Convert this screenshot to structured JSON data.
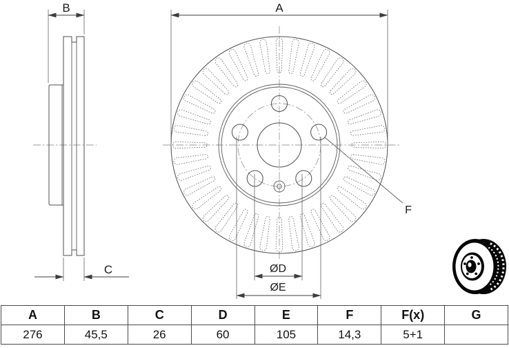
{
  "drawing": {
    "dim_labels": {
      "A": "A",
      "B": "B",
      "C": "C",
      "D": "ØD",
      "E": "ØE",
      "F": "F"
    }
  },
  "table": {
    "headers": [
      "A",
      "B",
      "C",
      "D",
      "E",
      "F",
      "F(x)",
      "G"
    ],
    "values": [
      "276",
      "45,5",
      "26",
      "60",
      "105",
      "14,3",
      "5+1",
      ""
    ]
  },
  "colors": {
    "line": "#4d4d4d",
    "centerline": "#9b9b9b",
    "text": "#1b1b1b",
    "table_border": "#4a4a4a",
    "icon": "#000000",
    "background": "#ffffff"
  }
}
